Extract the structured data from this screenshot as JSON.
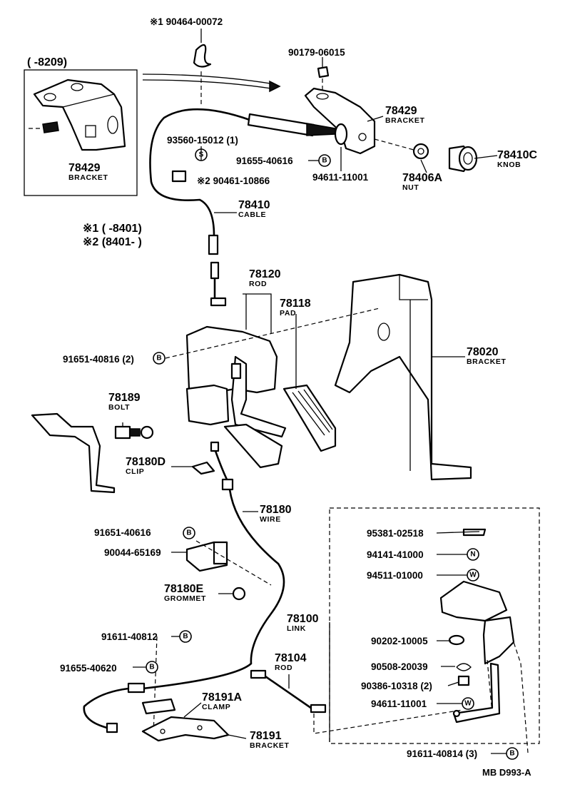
{
  "diagram_code": "MB  D993-A",
  "notes": {
    "note1": "※1 (      -8401)",
    "note2": "※2 (8401-        )"
  },
  "inset": {
    "range": "(        -8209)",
    "part": "78429",
    "name": "BRACKET"
  },
  "callouts": [
    {
      "id": "c1",
      "text": "※1 90464-00072"
    },
    {
      "id": "c2",
      "text": "90179-06015"
    },
    {
      "id": "c3",
      "text": "93560-15012 (1)"
    },
    {
      "id": "c4",
      "text": "91655-40616"
    },
    {
      "id": "c5",
      "text": "※2  90461-10866"
    },
    {
      "id": "c6",
      "text": "94611-11001"
    },
    {
      "id": "c7",
      "text": "91651-40816 (2)"
    },
    {
      "id": "c8",
      "text": "91651-40616"
    },
    {
      "id": "c9",
      "text": "90044-65169"
    },
    {
      "id": "c10",
      "text": "91611-40812"
    },
    {
      "id": "c11",
      "text": "91655-40620"
    },
    {
      "id": "c12",
      "text": "95381-02518"
    },
    {
      "id": "c13",
      "text": "94141-41000"
    },
    {
      "id": "c14",
      "text": "94511-01000"
    },
    {
      "id": "c15",
      "text": "90202-10005"
    },
    {
      "id": "c16",
      "text": "90508-20039"
    },
    {
      "id": "c17",
      "text": "90386-10318 (2)"
    },
    {
      "id": "c18",
      "text": "94611-11001"
    },
    {
      "id": "c19",
      "text": "91611-40814 (3)"
    }
  ],
  "parts": [
    {
      "id": "p1",
      "num": "78429",
      "name": "BRACKET"
    },
    {
      "id": "p2",
      "num": "78410C",
      "name": "KNOB"
    },
    {
      "id": "p3",
      "num": "78406A",
      "name": "NUT"
    },
    {
      "id": "p4",
      "num": "78410",
      "name": "CABLE"
    },
    {
      "id": "p5",
      "num": "78120",
      "name": "ROD"
    },
    {
      "id": "p6",
      "num": "78118",
      "name": "PAD"
    },
    {
      "id": "p7",
      "num": "78020",
      "name": "BRACKET"
    },
    {
      "id": "p8",
      "num": "78189",
      "name": "BOLT"
    },
    {
      "id": "p9",
      "num": "78180D",
      "name": "CLIP"
    },
    {
      "id": "p10",
      "num": "78180",
      "name": "WIRE"
    },
    {
      "id": "p11",
      "num": "78180E",
      "name": "GROMMET"
    },
    {
      "id": "p12",
      "num": "78100",
      "name": "LINK"
    },
    {
      "id": "p13",
      "num": "78104",
      "name": "ROD"
    },
    {
      "id": "p14",
      "num": "78191A",
      "name": "CLAMP"
    },
    {
      "id": "p15",
      "num": "78191",
      "name": "BRACKET"
    }
  ],
  "symbols": {
    "bolt": "B",
    "nut": "N",
    "washer": "W",
    "spring": "S"
  }
}
